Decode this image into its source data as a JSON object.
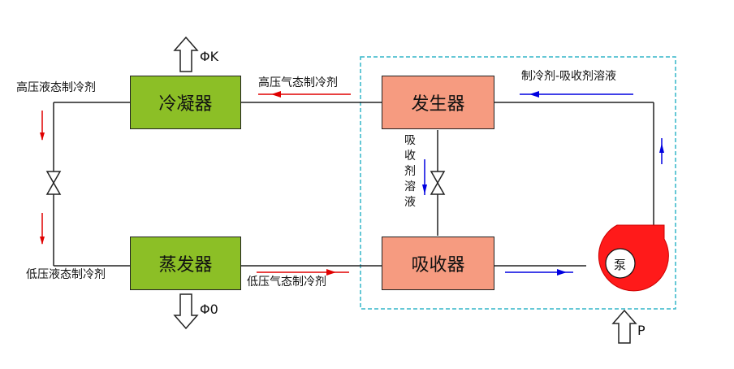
{
  "components": {
    "condenser": "冷凝器",
    "evaporator": "蒸发器",
    "generator": "发生器",
    "absorber": "吸收器",
    "pump": "泵"
  },
  "labels": {
    "hp_liquid": "高压液态制冷剂",
    "lp_liquid": "低压液态制冷剂",
    "hp_vapor": "高压气态制冷剂",
    "lp_vapor": "低压气态制冷剂",
    "solution": "制冷剂-吸收剂溶液",
    "absorbent": "吸收剂溶液"
  },
  "energy": {
    "phi_k": "ΦK",
    "phi_0": "Φ0",
    "pump_power": "P"
  },
  "colors": {
    "condenser_fill": "#8cbf26",
    "evaporator_fill": "#8cbf26",
    "generator_fill": "#f69b80",
    "absorber_fill": "#f69b80",
    "refrigerant_arrow": "#e00000",
    "solution_arrow": "#0000e0",
    "boundary": "#33b5c8",
    "pump_fill": "#ff1a1a"
  }
}
